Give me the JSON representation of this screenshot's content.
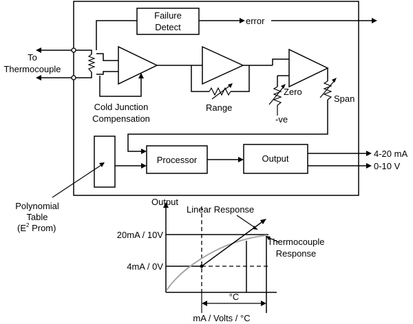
{
  "block_diagram": {
    "failure_detect": [
      "Failure",
      "Detect"
    ],
    "error": "error",
    "thermocouple": [
      "To",
      "Thermocouple"
    ],
    "cold_junction": [
      "Cold Junction",
      "Compensation"
    ],
    "range": "Range",
    "zero": "Zero",
    "span": "Span",
    "neg": "-ve",
    "processor": "Processor",
    "output_block": "Output",
    "out_current": "4-20 mA",
    "out_voltage": "0-10 V",
    "polynomial": [
      "Polynomial",
      "Table"
    ],
    "eprom_a": "(E",
    "eprom_sup": "2",
    "eprom_b": " Prom)"
  },
  "response_graph": {
    "y_axis_label": "Output",
    "x_axis_label": "mA / Volts / °C",
    "linear_response": "Linear Response",
    "thermocouple_response": [
      "Thermocouple",
      "Response"
    ],
    "level_high": "20mA / 10V",
    "level_low": "4mA / 0V",
    "span_label": "°C"
  }
}
